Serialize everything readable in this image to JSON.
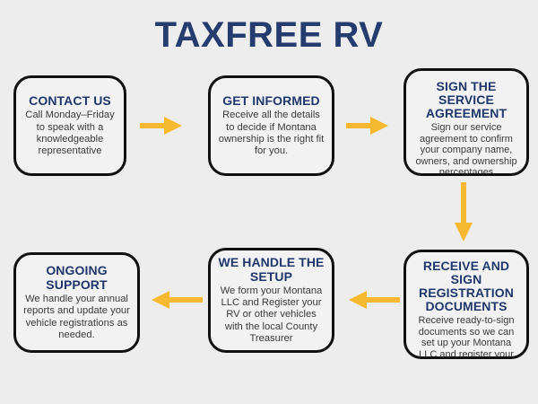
{
  "page": {
    "title": "TAXFREE RV",
    "background_color": "#ededed",
    "heading_color": "#20376b",
    "body_text_color": "#3a3a3a",
    "box_border_color": "#111111",
    "box_fill_color": "#f2f2f2",
    "arrow_color": "#f5b82e"
  },
  "steps": [
    {
      "id": "contact-us",
      "heading": "CONTACT US",
      "body": "Call Monday–Friday to speak with a knowledgeable representative"
    },
    {
      "id": "get-informed",
      "heading": "GET INFORMED",
      "body": "Receive all the details to decide if Montana ownership is the right fit for you."
    },
    {
      "id": "sign-agreement",
      "heading": "SIGN THE SERVICE AGREEMENT",
      "body": "Sign our service agreement to confirm your company name, owners, and ownership percentages"
    },
    {
      "id": "receive-sign",
      "heading": "RECEIVE AND SIGN REGISTRATION DOCUMENTS",
      "body": "Receive ready-to-sign documents so we can set up your Montana LLC and register your vehicle(s)"
    },
    {
      "id": "we-handle-setup",
      "heading": "WE HANDLE THE SETUP",
      "body": "We form your Montana LLC and Register your RV or other vehicles with the local County Treasurer"
    },
    {
      "id": "ongoing-support",
      "heading": "ONGOING SUPPORT",
      "body": "We handle your annual reports and update your vehicle registrations as needed."
    }
  ],
  "arrows": [
    {
      "id": "contact-to-informed",
      "direction": "right",
      "icon": "arrow-right-icon"
    },
    {
      "id": "informed-to-sign",
      "direction": "right",
      "icon": "arrow-right-icon"
    },
    {
      "id": "sign-to-receive",
      "direction": "down",
      "icon": "arrow-down-icon"
    },
    {
      "id": "receive-to-setup",
      "direction": "left",
      "icon": "arrow-left-icon"
    },
    {
      "id": "setup-to-ongoing",
      "direction": "left",
      "icon": "arrow-left-icon"
    }
  ]
}
